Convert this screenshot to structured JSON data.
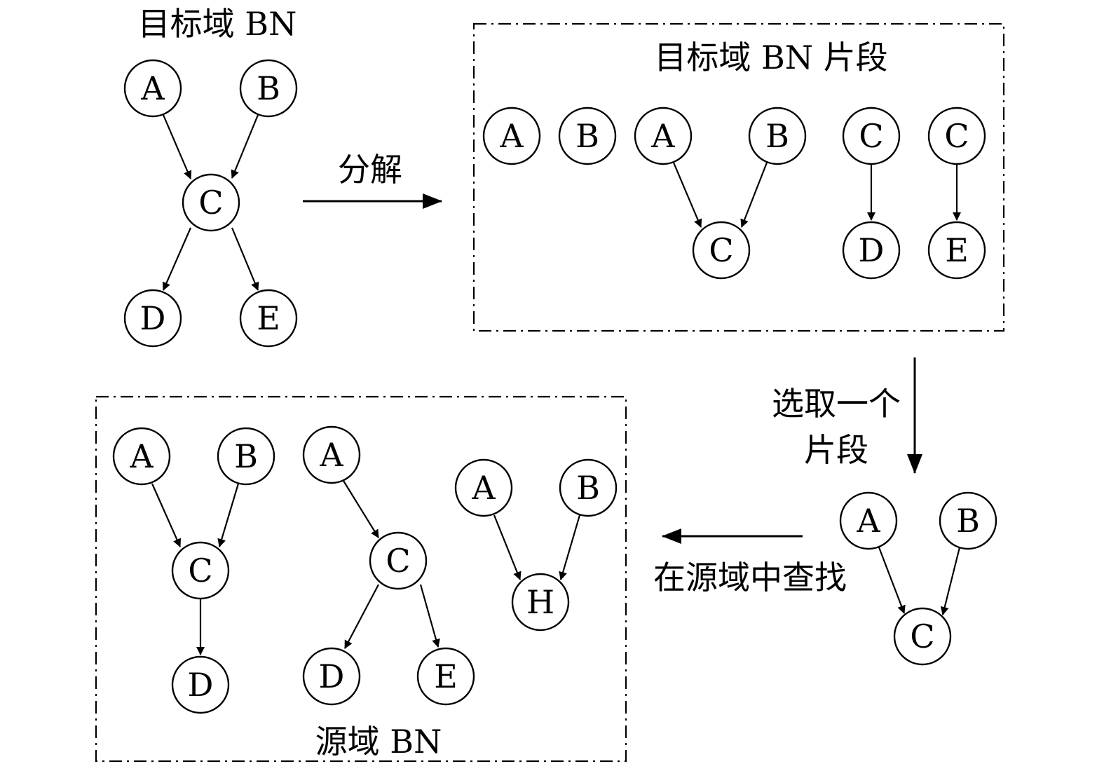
{
  "labels": {
    "target_bn": "目标域 BN",
    "target_fragments": "目标域 BN 片段",
    "decompose": "分解",
    "select_line1": "选取一个",
    "select_line2": "片段",
    "search_source": "在源域中查找",
    "source_bn": "源域 BN"
  },
  "nodes": {
    "t_A": "A",
    "t_B": "B",
    "t_C": "C",
    "t_D": "D",
    "t_E": "E",
    "f1_A": "A",
    "f2_B": "B",
    "f3_A": "A",
    "f3_B": "B",
    "f3_C": "C",
    "f4_C": "C",
    "f4_D": "D",
    "f5_C": "C",
    "f5_E": "E",
    "sel_A": "A",
    "sel_B": "B",
    "sel_C": "C",
    "s1_A": "A",
    "s1_B": "B",
    "s1_C": "C",
    "s1_D": "D",
    "s2_A": "A",
    "s2_C": "C",
    "s2_D": "D",
    "s2_E": "E",
    "s3_A": "A",
    "s3_B": "B",
    "s3_H": "H"
  }
}
